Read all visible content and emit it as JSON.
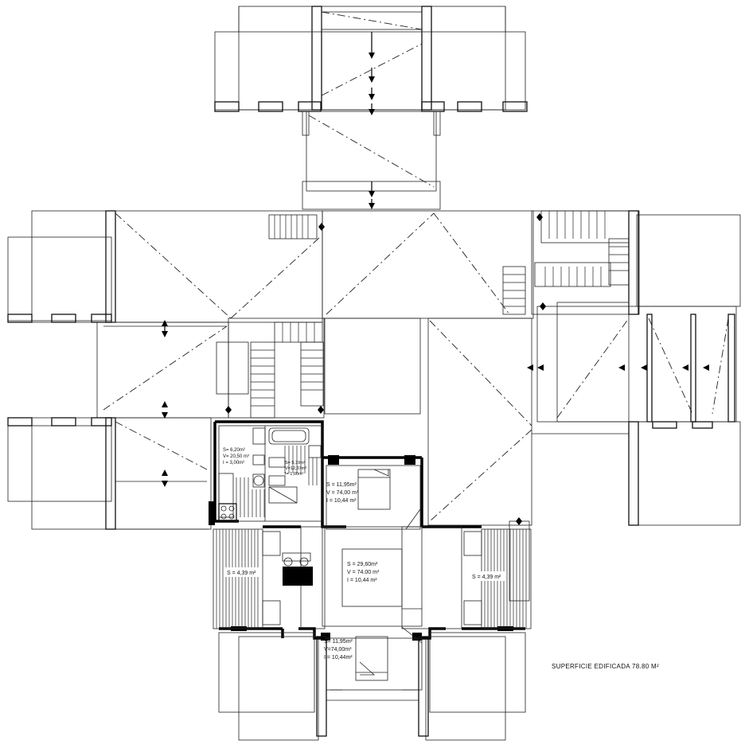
{
  "plan": {
    "total_area_label": "SUPERFICIE EDIFICADA  78.80 M²",
    "rooms": [
      {
        "id": "bedroom-1",
        "lines": [
          "S = 11,95m²",
          "V = 74,00 m³",
          "I = 10,44 m²"
        ]
      },
      {
        "id": "living",
        "lines": [
          "S = 29,60m²",
          "V = 74.00 m³",
          "I = 10,44 m²"
        ]
      },
      {
        "id": "bedroom-2",
        "lines": [
          "S= 11,95m²",
          "V=74,00m³",
          "I = 10,44m²"
        ]
      },
      {
        "id": "kitchen",
        "lines": [
          "S= 6,20m²",
          "V= 20,50 m³",
          "I = 3,00m²"
        ]
      },
      {
        "id": "bath",
        "lines": [
          "S= 5,19m²",
          "V=12,37m³",
          "I= 1,00m²"
        ]
      },
      {
        "id": "terrace-left",
        "lines": [
          "S = 4,39 m²"
        ]
      },
      {
        "id": "terrace-right",
        "lines": [
          "S = 4,39 m²"
        ]
      }
    ]
  },
  "colors": {
    "ink": "#000000",
    "paper": "#ffffff"
  }
}
